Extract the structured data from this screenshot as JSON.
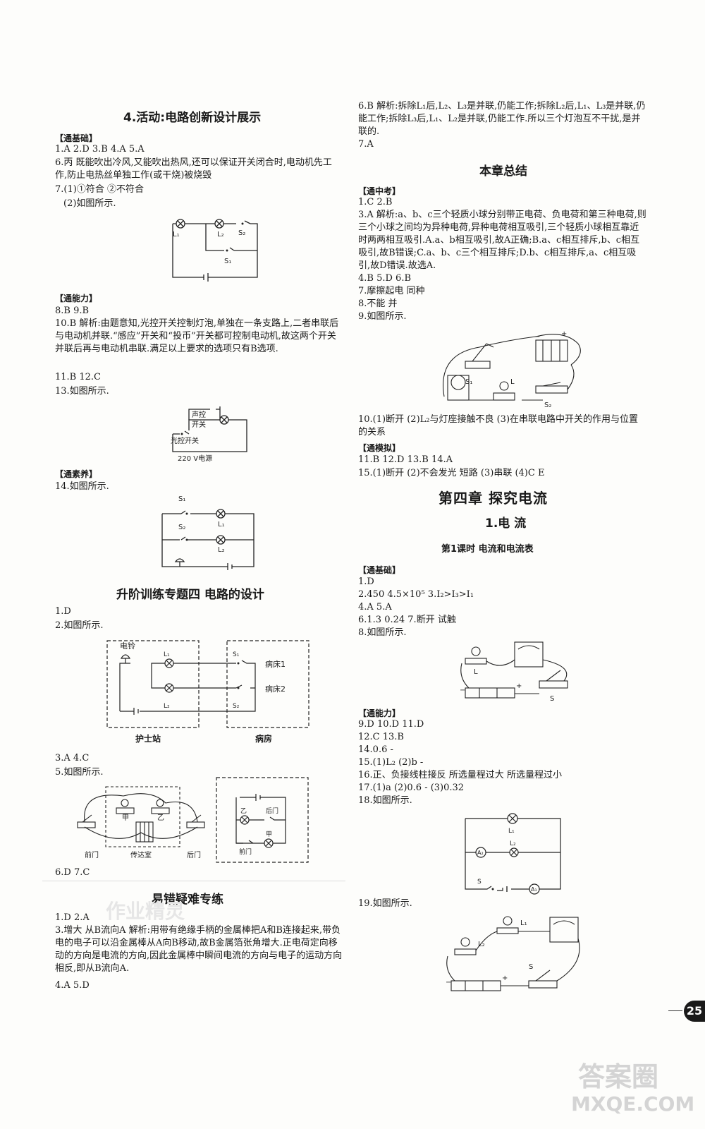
{
  "left": {
    "h_act": "4.活动:电路创新设计展示",
    "s1": "【通基础】",
    "l1": "1.A  2.D  3.B  4.A  5.A",
    "l6": "6.丙  既能吹出冷风,又能吹出热风,还可以保证开关闭合时,电动机先工作,防止电热丝单独工作(或干烧)被烧毁",
    "l7a": "7.(1)①符合  ②不符合",
    "l7b": "(2)如图所示.",
    "s2": "【通能力】",
    "l8": "8.B  9.B",
    "l10": "10.B  解析:由题意知,光控开关控制灯泡,单独在一条支路上,二者串联后与电动机并联.“感应”开关和“投币”开关都可控制电动机,故这两个开关并联后再与电动机串联.满足以上要求的选项只有B选项.",
    "l11": "11.B  12.C",
    "l13": "13.如图所示.",
    "s3": "【通素养】",
    "l14": "14.如图所示.",
    "h_topic": "升阶训练专题四  电路的设计",
    "t1": "1.D",
    "t2": "2.如图所示.",
    "t3": "3.A  4.C",
    "t5": "5.如图所示.",
    "t6": "6.D  7.C",
    "h_err": "易错疑难专练",
    "e1": "1.D  2.A",
    "e3": "3.增大  从B流向A  解析:用带有绝缘手柄的金属棒把A和B连接起来,带负电的电子可以沿金属棒从A向B移动,故B金属箔张角增大.正电荷定向移动的方向是电流的方向,因此金属棒中瞬间电流的方向与电子的运动方向相反,即从B流向A.",
    "e4": "4.A  5.D"
  },
  "right": {
    "r6": "6.B  解析:拆除L₁后,L₂、L₃是并联,仍能工作;拆除L₂后,L₁、L₃是并联,仍能工作;拆除L₃后,L₁、L₂是并联,仍能工作.所以三个灯泡互不干扰,是并联的.",
    "r7": "7.A",
    "h_sum": "本章总结",
    "s_zk": "【通中考】",
    "z1": "1.C  2.B",
    "z3": "3.A  解析:a、b、c三个轻质小球分别带正电荷、负电荷和第三种电荷,则三个小球之间均为异种电荷,异种电荷相互吸引,三个轻质小球相互靠近时两两相互吸引.A.a、b相互吸引,故A正确;B.a、c相互排斥,b、c相互吸引,故B错误;C.a、b、c三个相互排斥;D.b、c相互排斥,a、c相互吸引,故D错误.故选A.",
    "z4": "4.B  5.D  6.B",
    "z7": "7.摩擦起电  同种",
    "z8": "8.不能  并",
    "z9": "9.如图所示.",
    "z10": "10.(1)断开  (2)L₂与灯座接触不良  (3)在串联电路中开关的作用与位置的关系",
    "s_mn": "【通模拟】",
    "m11": "11.B  12.D  13.B  14.A",
    "m15": "15.(1)断开  (2)不会发光  短路  (3)串联  (4)C  E",
    "h_ch": "第四章  探究电流",
    "h_cur": "1.电  流",
    "h_lesson": "第1课时  电流和电流表",
    "s_jc": "【通基础】",
    "c1": "1.D",
    "c2": "2.450  4.5×10⁵  3.I₂>I₃>I₁",
    "c4": "4.A  5.A",
    "c6": "6.1.3  0.24  7.断开  试触",
    "c8": "8.如图所示.",
    "s_nl": "【通能力】",
    "c9": "9.D  10.D  11.D",
    "c12": "12.C  13.B",
    "c14": "14.0.6  -",
    "c15": "15.(1)L₂  (2)b  -",
    "c16": "16.正、负接线柱接反  所选量程过大  所选量程过小",
    "c17": "17.(1)a  (2)0.6  -  (3)0.32",
    "c18": "18.如图所示.",
    "c19": "19.如图所示."
  },
  "fig": {
    "L1": "L₁",
    "L2": "L₂",
    "S1": "S₁",
    "S2": "S₂",
    "S": "S",
    "L": "L",
    "shengkong": "声控",
    "kaiguan": "开关",
    "guangkong": "光控开关",
    "power": "220 V电源",
    "dianling": "电铃",
    "bingchuang1": "病床1",
    "bingchuang2": "病床2",
    "hushizhan": "护士站",
    "bingfang": "病房",
    "qianmen": "前门",
    "chuandashi": "传达室",
    "houmen": "后门",
    "jia": "甲",
    "yi": "乙",
    "A1": "A₁",
    "A2": "A₂",
    "plus": "+",
    "minus": "−"
  },
  "page_number": "25",
  "watermark": "作业精灵",
  "site_logo": "答案圈",
  "site_url": "MXQE.COM"
}
